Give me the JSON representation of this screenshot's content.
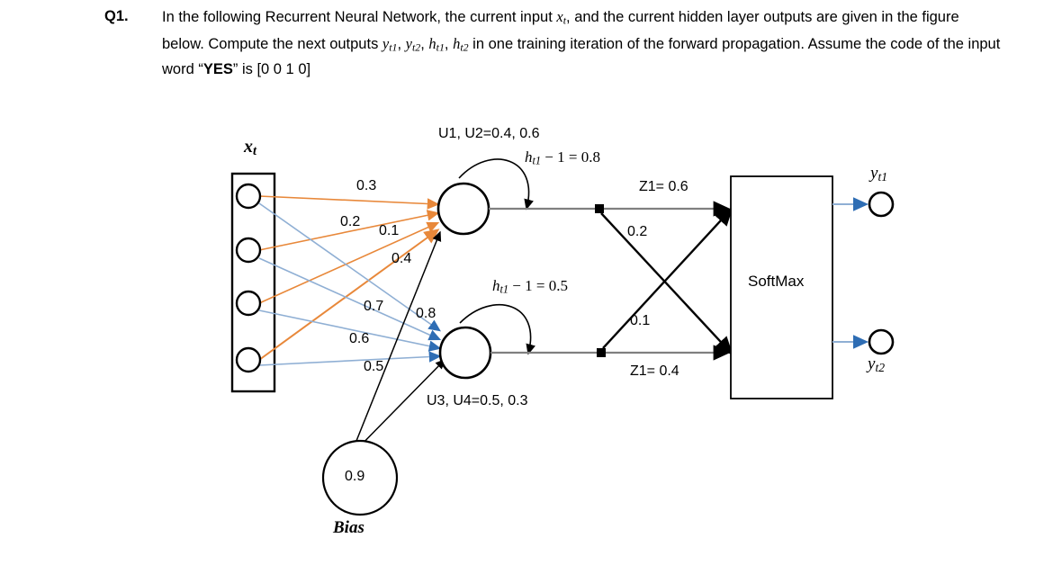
{
  "question": {
    "number": "Q1.",
    "line1_a": "In the following Recurrent Neural Network, the current input ",
    "var_x": "x",
    "var_x_sub": "t",
    "line1_b": ", and the current hidden layer",
    "line2_a": "outputs are given in the figure below. Compute the next outputs ",
    "out1": "y",
    "out1_sub": "t1",
    "out2": "y",
    "out2_sub": "t2",
    "out3": "h",
    "out3_sub": "t1",
    "out4": "h",
    "out4_sub": "t2",
    "line2_b": " in one training",
    "line3_a": "iteration of the forward propagation. Assume the code of the input word “",
    "word": "YES",
    "line3_b": "” is [0 0 1 0]"
  },
  "figure": {
    "input_label": "x",
    "input_label_sub": "t",
    "input_nodes": [
      "",
      "",
      "",
      ""
    ],
    "u_top_label": "U1, U2=0.4, 0.6",
    "u_bottom_label": "U3, U4=0.5, 0.3",
    "recurrent_top": "hₜ₁ − 1 = 0.8",
    "recurrent_top_sym": "h",
    "recurrent_top_sub": "t1",
    "recurrent_top_rest": " − 1 = 0.8",
    "recurrent_bottom_sym": "h",
    "recurrent_bottom_sub": "t1",
    "recurrent_bottom_rest": " − 1 = 0.5",
    "weights_orange": [
      "0.3",
      "0.2",
      "0.1",
      "0.4"
    ],
    "weights_blue": [
      "0.7",
      "0.8",
      "0.6",
      "0.5"
    ],
    "bias_value": "0.9",
    "bias_label": "Bias",
    "z_top": "Z1= 0.6",
    "z_bottom": "Z1= 0.4",
    "cross_top": "0.2",
    "cross_bottom": "0.1",
    "softmax_label": "SoftMax",
    "output_top_sym": "y",
    "output_top_sub": "t1",
    "output_bottom_sym": "y",
    "output_bottom_sub": "t2",
    "colors": {
      "orange": "#E8883A",
      "blue": "#8FAFD4",
      "blue_arrow": "#2E6DB4",
      "gray_line": "#808080",
      "black": "#000000"
    }
  }
}
